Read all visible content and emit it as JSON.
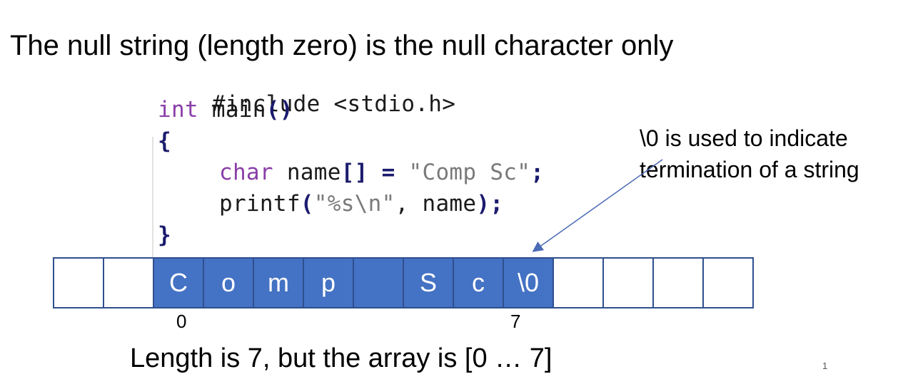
{
  "slide": {
    "title": "The null string (length zero) is the null character only",
    "annotation_line1": "\\0 is used to indicate",
    "annotation_line2": "termination of a string",
    "caption": "Length is 7, but the array is [0 … 7]",
    "page_number": "1"
  },
  "code": {
    "line1": "#include <stdio.h>",
    "line2_kw": "int",
    "line2_rest": " main",
    "line2_punc": "()",
    "line3": "{",
    "line4_kw": "char",
    "line4_mid": " name",
    "line4_punc": "[]",
    "line4_eq": " = ",
    "line4_str": "\"Comp Sc\"",
    "line4_end": ";",
    "line5_fn": "printf",
    "line5_open": "(",
    "line5_str": "\"%s\\n\"",
    "line5_mid": ", name",
    "line5_close": ");",
    "line6": "}"
  },
  "array": {
    "cells": [
      "",
      "",
      "C",
      "o",
      "m",
      "p",
      "",
      "S",
      "c",
      "\\0",
      "",
      "",
      "",
      ""
    ],
    "filled": [
      false,
      false,
      true,
      true,
      true,
      true,
      true,
      true,
      true,
      true,
      false,
      false,
      false,
      false
    ],
    "index_start": "0",
    "index_end": "7"
  },
  "colors": {
    "cell_fill": "#4472c4",
    "cell_border": "#2f4f8f",
    "arrow": "#4a6bb5",
    "keyword": "#8a3ea8"
  }
}
